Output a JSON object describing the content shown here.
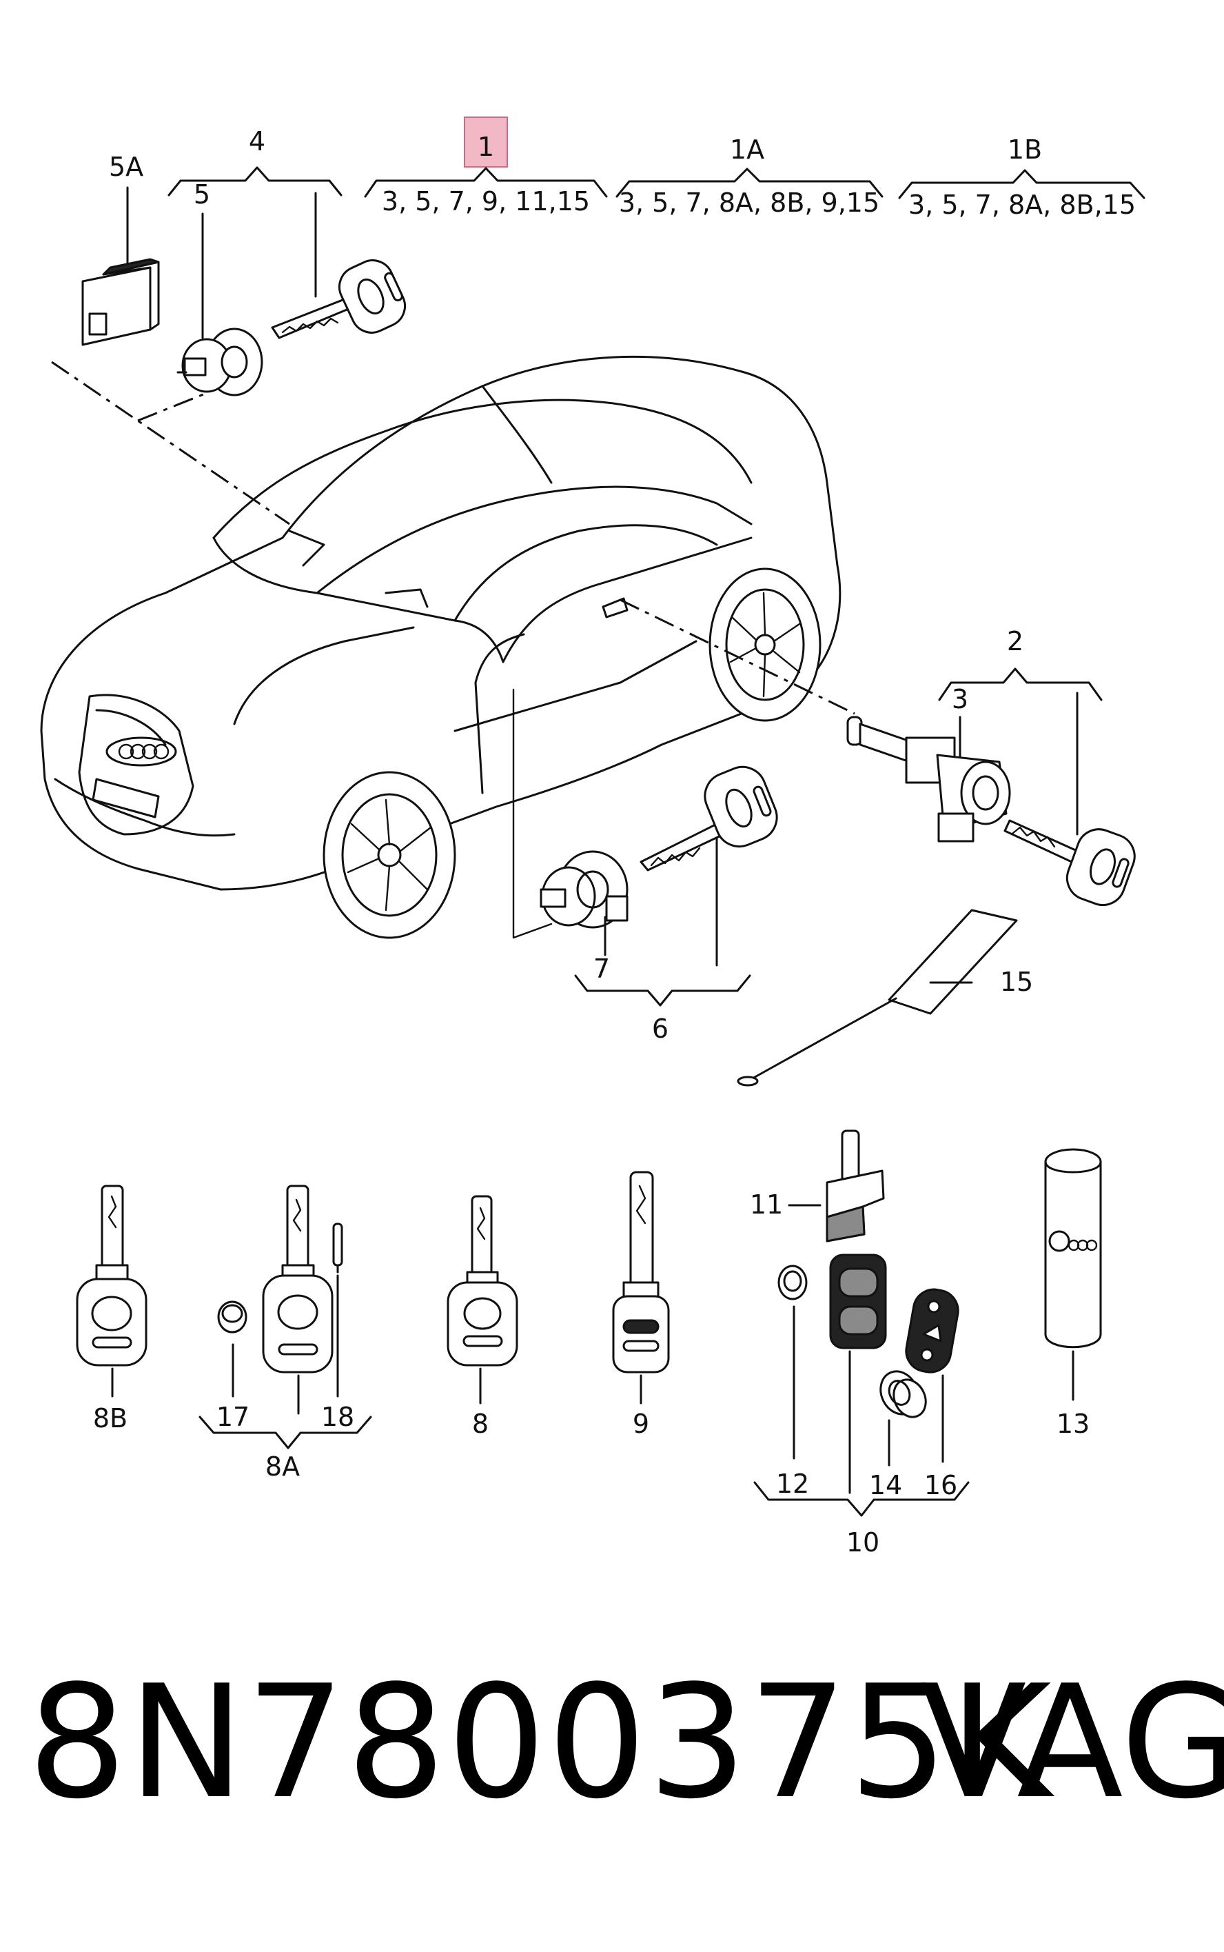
{
  "kits": {
    "k1": {
      "label": "1",
      "contents": "3, 5, 7, 9, 11,15"
    },
    "k1a": {
      "label": "1A",
      "contents": "3, 5, 7, 8A, 8B, 9,15"
    },
    "k1b": {
      "label": "1B",
      "contents": "3, 5, 7, 8A, 8B,15"
    }
  },
  "highlight_color": "#f2b8c6",
  "labels": {
    "l5a": "5A",
    "l4": "4",
    "l5": "5",
    "l2": "2",
    "l3": "3",
    "l7": "7",
    "l6": "6",
    "l15": "15",
    "l8b": "8B",
    "l17": "17",
    "l18": "18",
    "l8a": "8A",
    "l8": "8",
    "l9": "9",
    "l11": "11",
    "l12": "12",
    "l14": "14",
    "l16": "16",
    "l10": "10",
    "l13": "13"
  },
  "footer": {
    "part_number": "8N7800375K",
    "brand": "VAG"
  }
}
